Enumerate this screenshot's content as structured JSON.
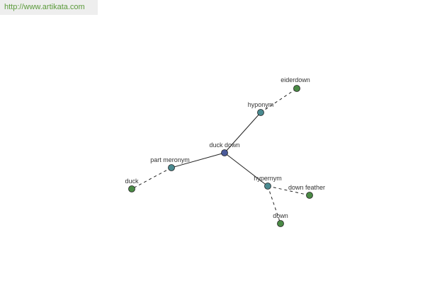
{
  "site": {
    "url": "http://www.artikata.com"
  },
  "graph": {
    "nodes": [
      {
        "id": "center",
        "label": "duck down",
        "kind": "center"
      },
      {
        "id": "hyponym",
        "label": "hyponym",
        "kind": "relation"
      },
      {
        "id": "part_meronym",
        "label": "part meronym",
        "kind": "relation"
      },
      {
        "id": "hypernym",
        "label": "hypernym",
        "kind": "relation"
      },
      {
        "id": "eiderdown",
        "label": "eiderdown",
        "kind": "term"
      },
      {
        "id": "duck",
        "label": "duck",
        "kind": "term"
      },
      {
        "id": "down_feather",
        "label": "down feather",
        "kind": "term"
      },
      {
        "id": "down",
        "label": "down",
        "kind": "term"
      }
    ],
    "edges": [
      {
        "from": "center",
        "to": "hyponym",
        "style": "solid"
      },
      {
        "from": "center",
        "to": "part_meronym",
        "style": "solid"
      },
      {
        "from": "center",
        "to": "hypernym",
        "style": "solid"
      },
      {
        "from": "hyponym",
        "to": "eiderdown",
        "style": "dashed"
      },
      {
        "from": "part_meronym",
        "to": "duck",
        "style": "dashed"
      },
      {
        "from": "hypernym",
        "to": "down_feather",
        "style": "dashed"
      },
      {
        "from": "hypernym",
        "to": "down",
        "style": "dashed"
      }
    ],
    "colors": {
      "center": "#4a5a9a",
      "relation": "#4a8a90",
      "term": "#4a8a45",
      "edge": "#222222",
      "url_text": "#5a9a3a"
    }
  }
}
